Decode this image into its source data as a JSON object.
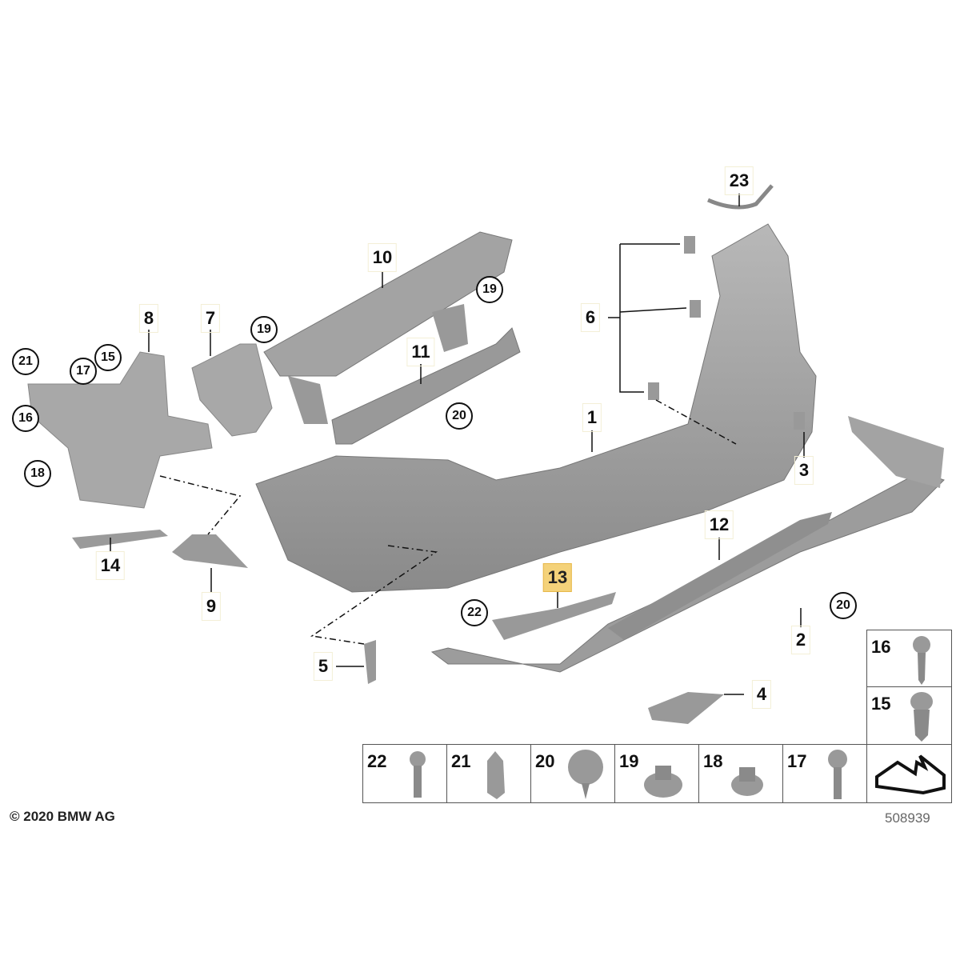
{
  "diagram": {
    "callouts": [
      "1",
      "2",
      "3",
      "4",
      "5",
      "6",
      "7",
      "8",
      "9",
      "10",
      "11",
      "12",
      "13",
      "14",
      "23"
    ],
    "highlighted": "13",
    "circled": [
      "19",
      "19",
      "21",
      "15",
      "17",
      "16",
      "18",
      "20",
      "22",
      "20"
    ]
  },
  "parts_table": {
    "bottom_row": [
      "22",
      "21",
      "20",
      "19",
      "18",
      "17"
    ],
    "right_column": [
      "16",
      "15"
    ]
  },
  "footer": {
    "copyright": "© 2020 BMW AG",
    "diagram_number": "508939"
  },
  "colors": {
    "part_gray": "#9a9a9a",
    "highlight": "#f4d27a"
  }
}
